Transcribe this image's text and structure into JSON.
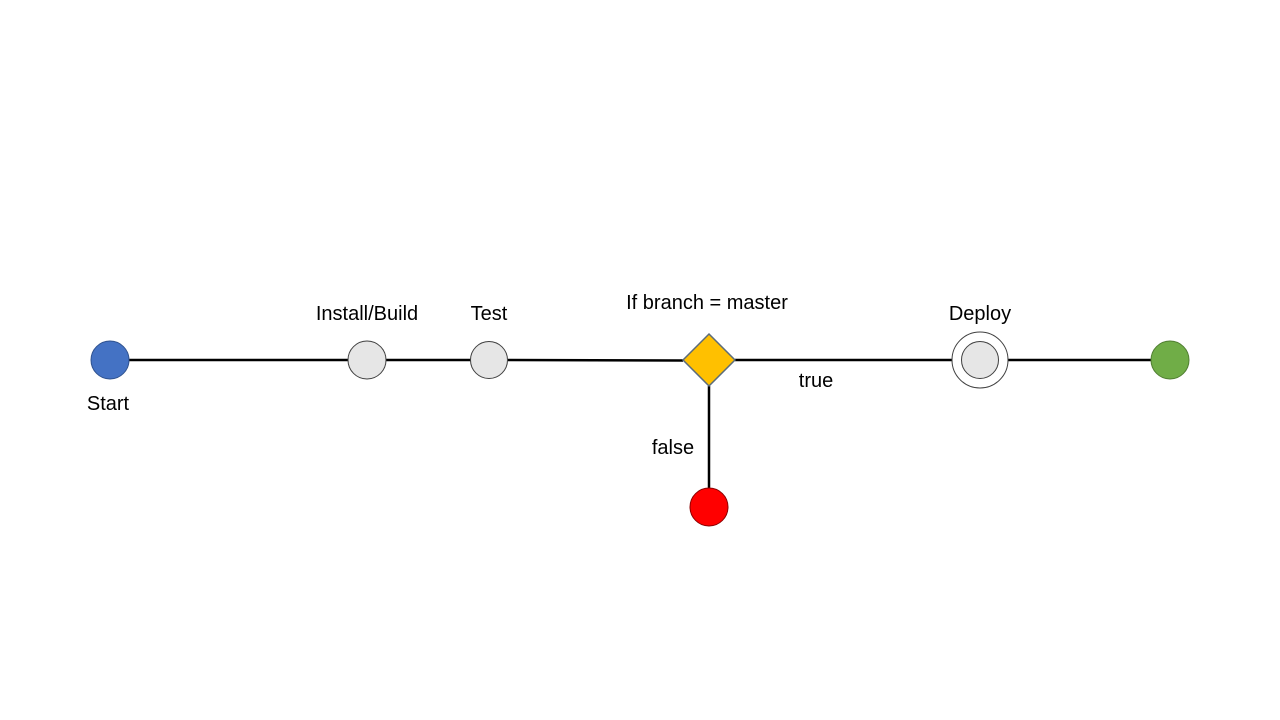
{
  "diagram": {
    "nodes": {
      "start": {
        "label": "Start",
        "fill": "#4472c4"
      },
      "install_build": {
        "label": "Install/Build",
        "fill": "#e6e6e6"
      },
      "test": {
        "label": "Test",
        "fill": "#e6e6e6"
      },
      "decision": {
        "label": "If branch = master",
        "fill": "#ffc000"
      },
      "deploy": {
        "label": "Deploy",
        "fill": "#e6e6e6"
      },
      "end_success": {
        "label": "",
        "fill": "#70ad47"
      },
      "end_failure": {
        "label": "",
        "fill": "#ff0000"
      }
    },
    "edges": {
      "true_label": "true",
      "false_label": "false"
    },
    "colors": {
      "line": "#000000",
      "stroke": "#404040"
    }
  }
}
